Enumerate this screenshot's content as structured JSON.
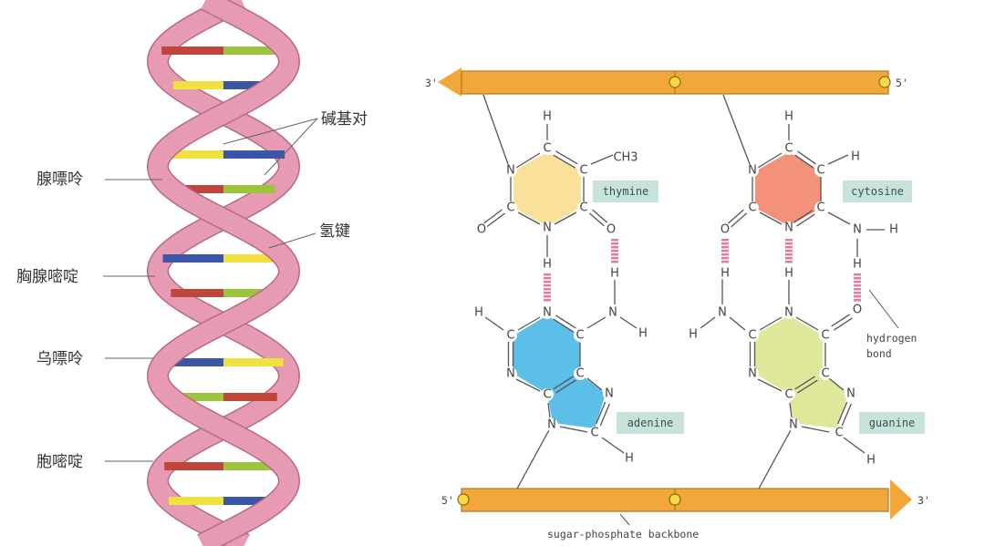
{
  "helix": {
    "labels": {
      "base_pair": "碱基对",
      "adenine": "腺嘌呤",
      "hydrogen_bond": "氢键",
      "thymine": "胸腺嘧啶",
      "guanine": "乌嘌呤",
      "cytosine": "胞嘧啶"
    },
    "colors": {
      "ribbon": "#e69bb2",
      "ribbon_edge": "#b86a85",
      "red": "#c0453a",
      "green": "#9cc43c",
      "yellow": "#f0e040",
      "blue": "#3a56a8"
    },
    "base_pairs": [
      "red-green",
      "yellow-blue",
      "blue-yellow",
      "yellow-blue",
      "red-green",
      "yellow-blue",
      "blue-yellow",
      "red-green",
      "yellow-blue",
      "blue-yellow",
      "green-red",
      "yellow-blue"
    ]
  },
  "structure": {
    "top_strand": {
      "left_end": "3'",
      "right_end": "5'"
    },
    "bottom_strand": {
      "left_end": "5'",
      "right_end": "3'"
    },
    "backbone_label": "sugar-phosphate backbone",
    "hydrogen_bond_label": [
      "hydrogen",
      "bond"
    ],
    "bases": {
      "thymine": {
        "name": "thymine",
        "color": "#fbe09a"
      },
      "cytosine": {
        "name": "cytosine",
        "color": "#f4917a"
      },
      "adenine": {
        "name": "adenine",
        "color": "#5bbfe8"
      },
      "guanine": {
        "name": "guanine",
        "color": "#dfe79a"
      }
    },
    "methyl": "CH3",
    "colors": {
      "backbone": "#f2a73a",
      "backbone_edge": "#b07a1c",
      "h_bond": "#e07ca0",
      "label_bg": "#c9e2dc"
    }
  }
}
